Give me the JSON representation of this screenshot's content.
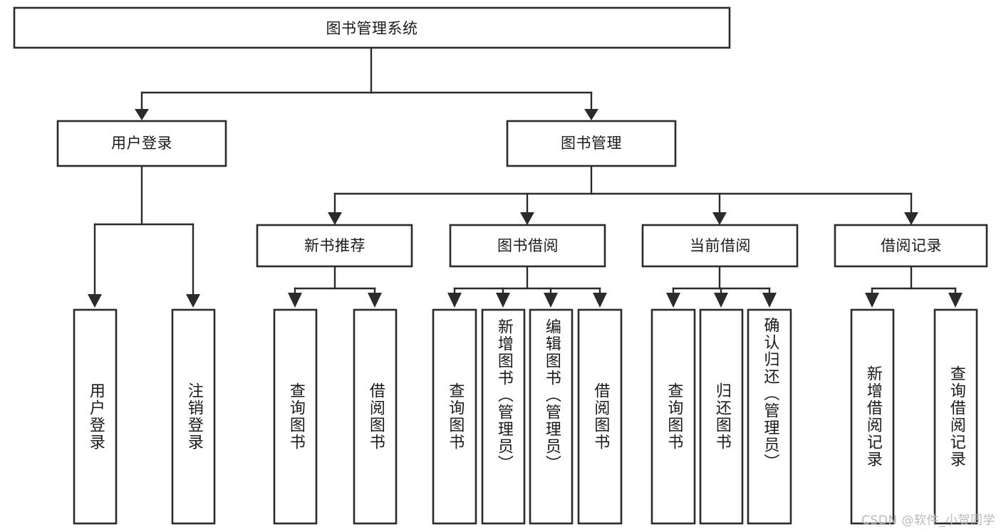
{
  "diagram": {
    "title": "图书管理系统",
    "type": "hierarchy-tree",
    "orientation": "top-down",
    "nodes": {
      "root": {
        "label": "图书管理系统",
        "level": 1,
        "text_direction": "horizontal"
      },
      "level2": [
        {
          "id": "user-login",
          "label": "用户登录",
          "text_direction": "horizontal"
        },
        {
          "id": "book-management",
          "label": "图书管理",
          "text_direction": "horizontal"
        }
      ],
      "level3": [
        {
          "id": "new-book-recommend",
          "label": "新书推荐",
          "parent": "book-management",
          "text_direction": "horizontal"
        },
        {
          "id": "book-borrow",
          "label": "图书借阅",
          "parent": "book-management",
          "text_direction": "horizontal"
        },
        {
          "id": "current-borrow",
          "label": "当前借阅",
          "parent": "book-management",
          "text_direction": "horizontal"
        },
        {
          "id": "borrow-record",
          "label": "借阅记录",
          "parent": "book-management",
          "text_direction": "horizontal"
        }
      ],
      "leaves": [
        {
          "id": "leaf-user-login",
          "label": "用户登录",
          "parent": "user-login",
          "text_direction": "vertical"
        },
        {
          "id": "leaf-logout",
          "label": "注销登录",
          "parent": "user-login",
          "text_direction": "vertical"
        },
        {
          "id": "leaf-query-book-1",
          "label": "查询图书",
          "parent": "new-book-recommend",
          "text_direction": "vertical"
        },
        {
          "id": "leaf-borrow-book-1",
          "label": "借阅图书",
          "parent": "new-book-recommend",
          "text_direction": "vertical"
        },
        {
          "id": "leaf-query-book-2",
          "label": "查询图书",
          "parent": "book-borrow",
          "text_direction": "vertical"
        },
        {
          "id": "leaf-add-book",
          "label": "新增图书（管理员）",
          "parent": "book-borrow",
          "text_direction": "vertical"
        },
        {
          "id": "leaf-edit-book",
          "label": "编辑图书（管理员）",
          "parent": "book-borrow",
          "text_direction": "vertical"
        },
        {
          "id": "leaf-borrow-book-2",
          "label": "借阅图书",
          "parent": "book-borrow",
          "text_direction": "vertical"
        },
        {
          "id": "leaf-query-book-3",
          "label": "查询图书",
          "parent": "current-borrow",
          "text_direction": "vertical"
        },
        {
          "id": "leaf-return-book",
          "label": "归还图书",
          "parent": "current-borrow",
          "text_direction": "vertical"
        },
        {
          "id": "leaf-confirm-return",
          "label": "确认归还（管理员）",
          "parent": "current-borrow",
          "text_direction": "vertical"
        },
        {
          "id": "leaf-add-record",
          "label": "新增借阅记录",
          "parent": "borrow-record",
          "text_direction": "vertical"
        },
        {
          "id": "leaf-query-record",
          "label": "查询借阅记录",
          "parent": "borrow-record",
          "text_direction": "vertical"
        }
      ]
    },
    "colors": {
      "box_stroke": "#2b2b2b",
      "box_fill": "#ffffff",
      "connector": "#2b2b2b",
      "text": "#1a1a1a",
      "background": "#ffffff",
      "watermark": "#b9b9b9"
    }
  },
  "watermark": {
    "text": "CSDN @软件_小贺同学"
  }
}
